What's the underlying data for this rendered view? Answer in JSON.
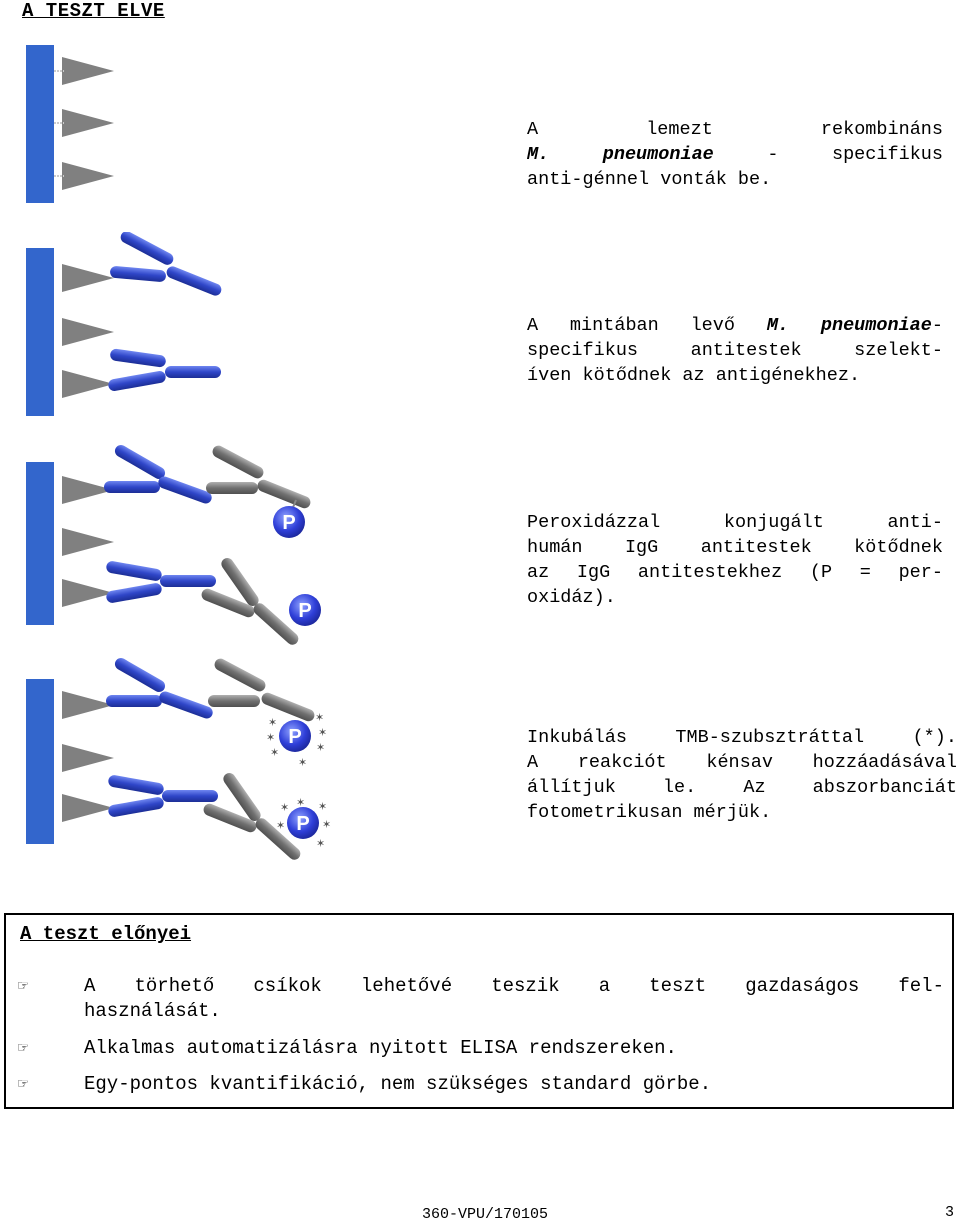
{
  "heading": "A TESZT ELVE",
  "steps": [
    {
      "line1_a": "A",
      "line1_b": "lemezt",
      "line1_c": "rekombináns",
      "line2_bold": "M. pneumoniae",
      "line2_rest": " - specifikus",
      "line3": "anti-génnel vonták be."
    },
    {
      "line1_a": "A mintában levő ",
      "line1_bold": "M. pneumoniae",
      "line1_c": "-",
      "line2": "specifikus antitestek szelekt-",
      "line3": "íven kötődnek az antigénekhez."
    },
    {
      "line1": "Peroxidázzal konjugált anti-",
      "line2": "humán IgG antitestek kötődnek",
      "line3": "az IgG antitestekhez (P = per-",
      "line4": "oxidáz)."
    },
    {
      "line1": "Inkubálás TMB-szubsztráttal (*).",
      "line2": "A reakciót kénsav hozzáadásával",
      "line3": "állítjuk le. Az abszorbanciát",
      "line4": "fotometrikusan mérjük."
    }
  ],
  "enzyme_label": "P",
  "advantages": {
    "title": "A teszt előnyei",
    "bullet_icon": "pointing-hand-icon",
    "items": [
      {
        "line1": "A törhető csíkok lehetővé teszik a teszt gazdaságos fel-",
        "line2": "használását."
      },
      {
        "line1": "Alkalmas automatizálásra nyitott ELISA rendszereken."
      },
      {
        "line1": "Egy-pontos kvantifikáció, nem szükséges standard görbe."
      }
    ]
  },
  "footer": {
    "code": "360-VPU/170105",
    "page": "3"
  },
  "colors": {
    "plate": "#3366cc",
    "antigen": "#808080",
    "antibody": "#3a4fd0",
    "conjugate": "#7a7a7a"
  }
}
